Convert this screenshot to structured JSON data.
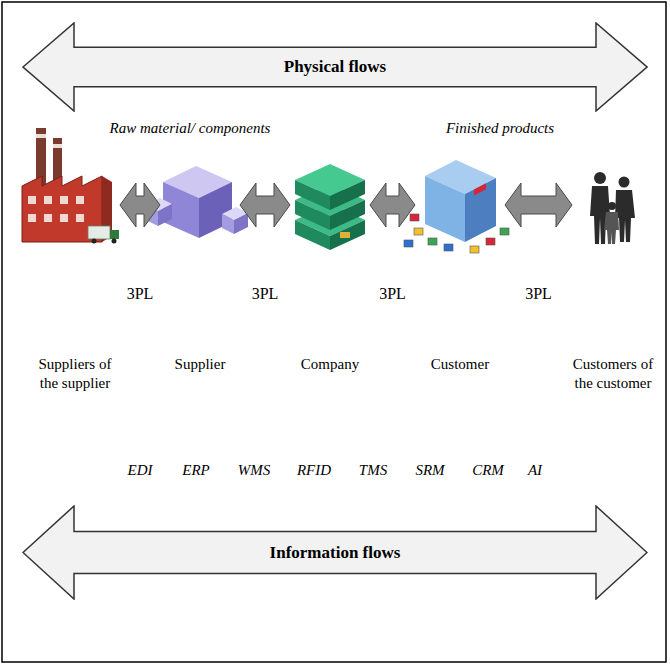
{
  "diagram": {
    "nodes": [
      {
        "text": [
          "Physical flows"
        ]
      },
      {
        "text": [
          "Suppliers of the supplier"
        ]
      },
      {
        "text": [
          "Supplier"
        ]
      },
      {
        "text": [
          "Company"
        ]
      },
      {
        "text": [
          "Customer"
        ]
      },
      {
        "text": [
          "Customers of the customer"
        ]
      },
      {
        "text": [
          "Information flows"
        ]
      }
    ],
    "edges": [
      {
        "from": 1,
        "to": 2,
        "label": "3PL",
        "arrow": "both"
      },
      {
        "from": 2,
        "to": 3,
        "label": "3PL",
        "arrow": "both"
      },
      {
        "from": 3,
        "to": 4,
        "label": "3PL",
        "arrow": "both"
      },
      {
        "from": 4,
        "to": 5,
        "label": "3PL",
        "arrow": "both"
      }
    ],
    "labels": [
      "Raw material/ components",
      "Finished products",
      "EDI",
      "ERP",
      "WMS",
      "RFID",
      "TMS",
      "SRM",
      "CRM",
      "AI"
    ]
  }
}
